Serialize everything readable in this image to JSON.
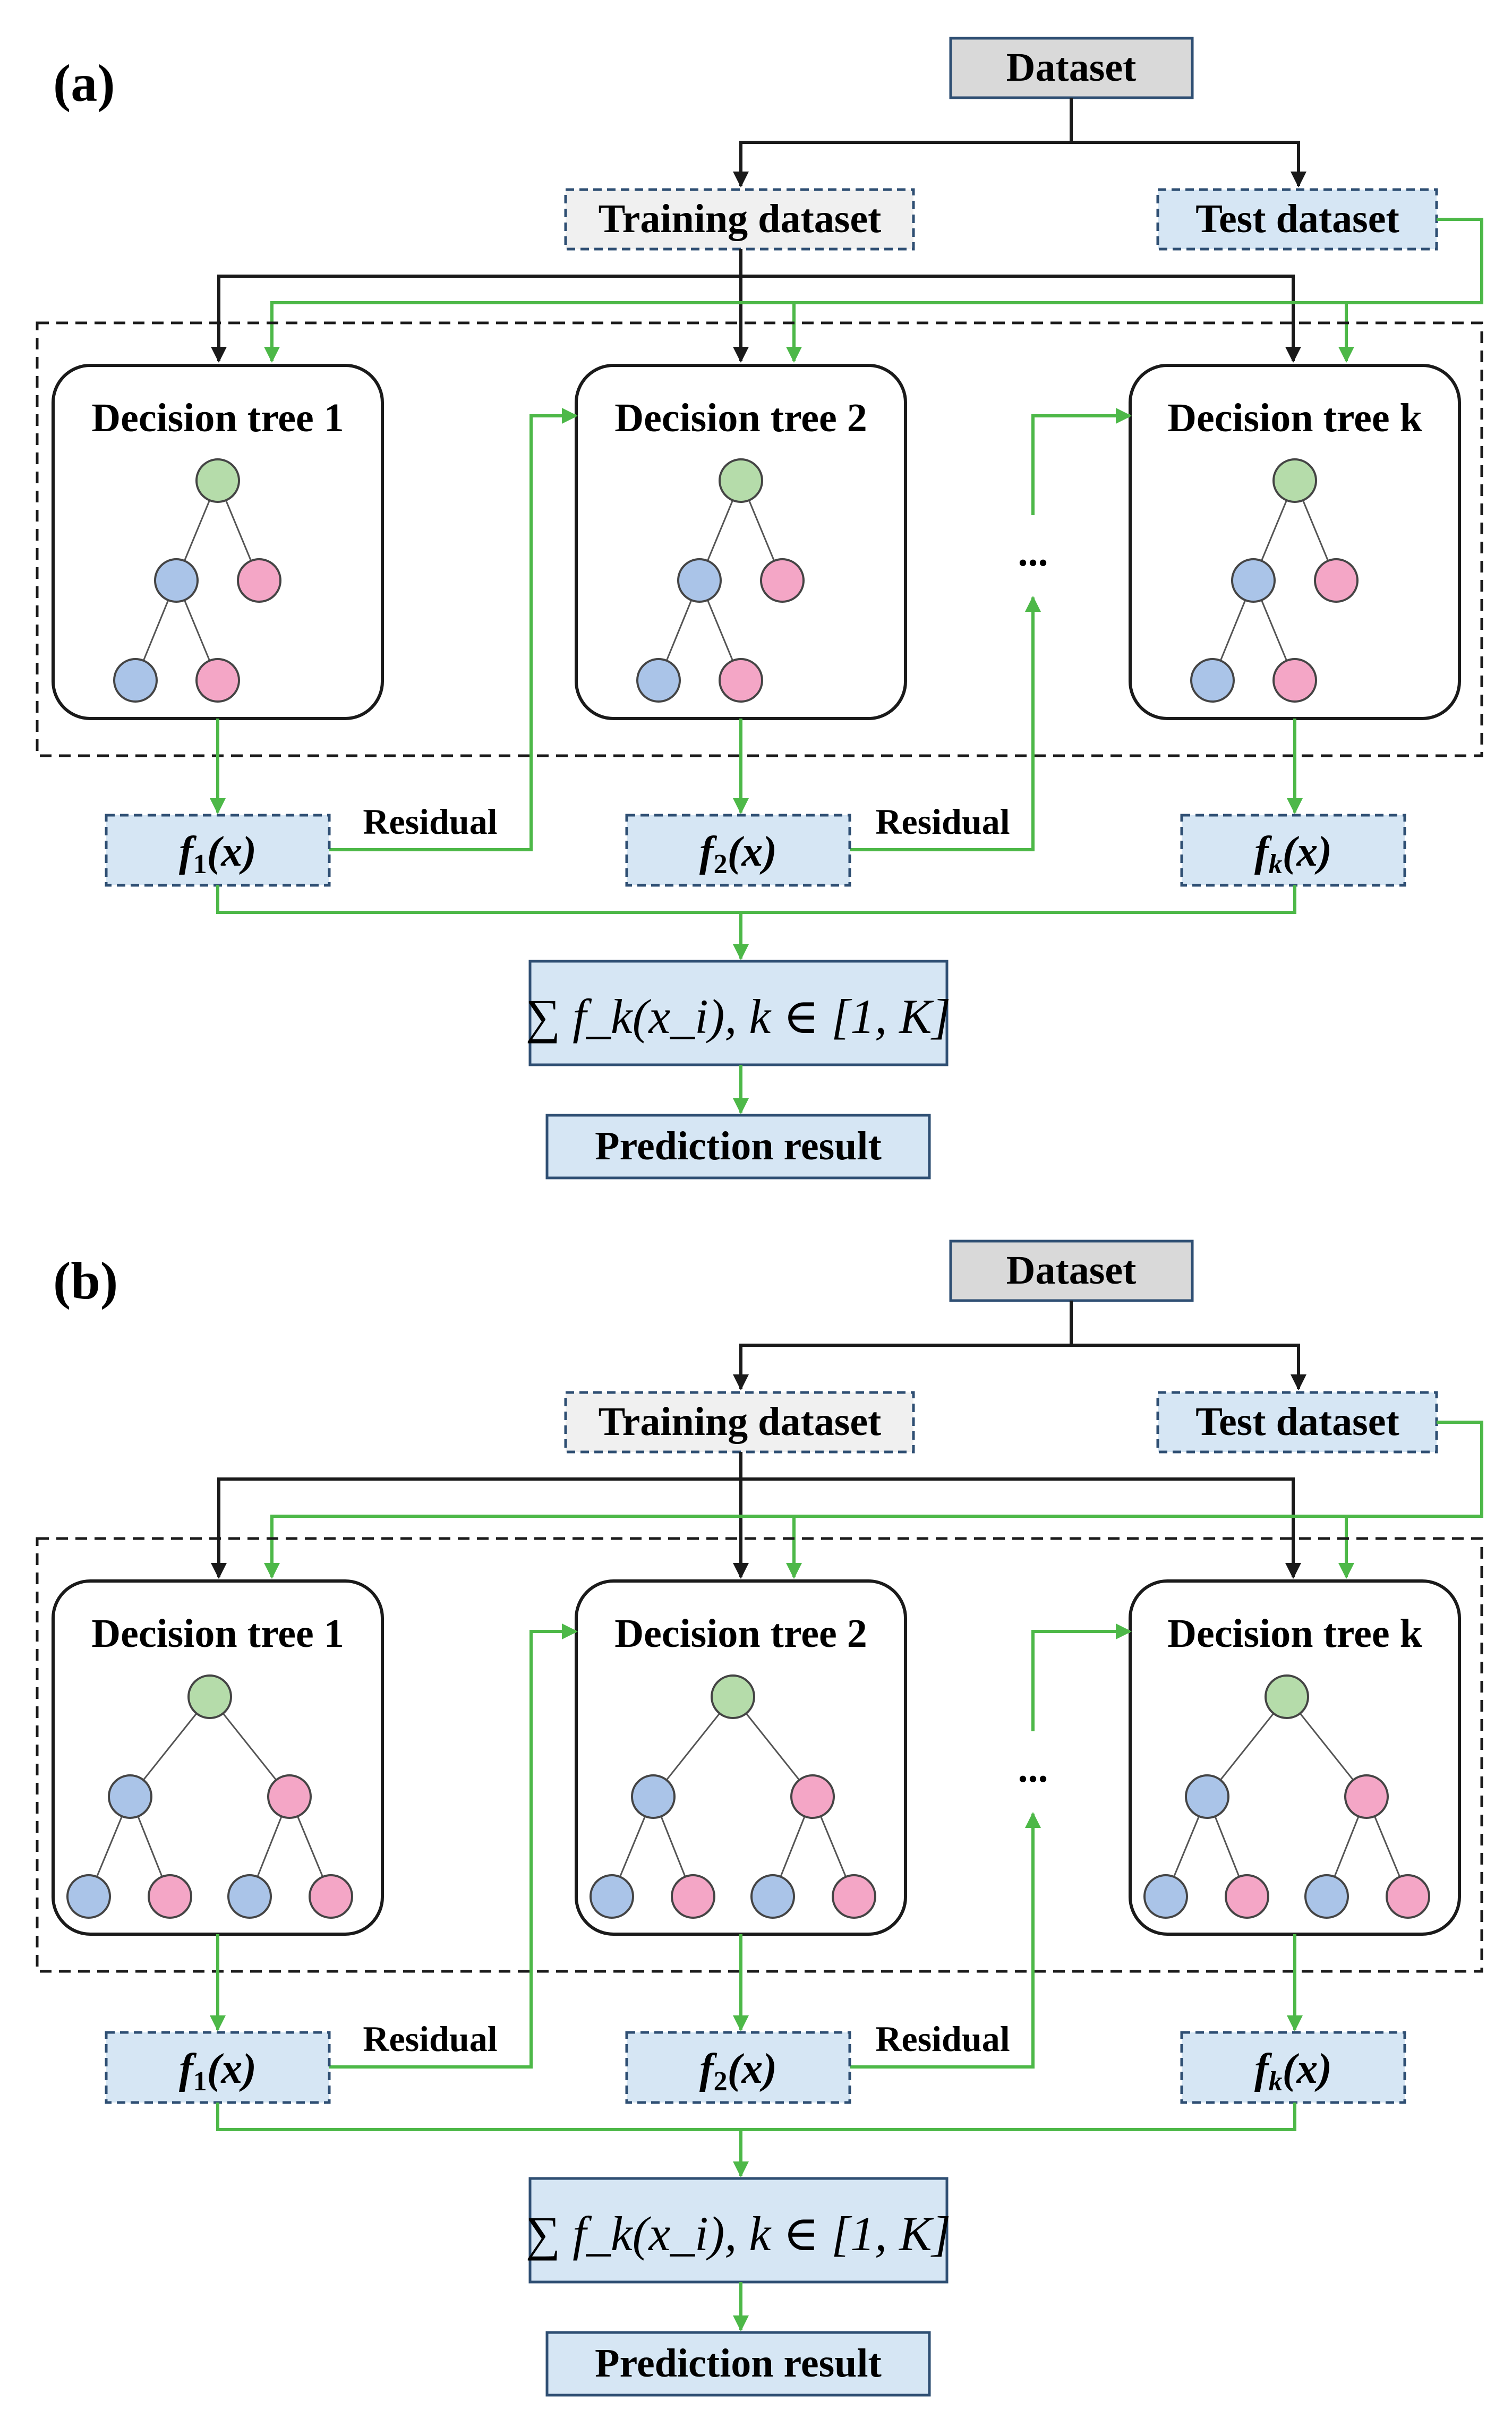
{
  "panels": [
    {
      "label": "(a)",
      "dataset": "Dataset",
      "training": "Training dataset",
      "test": "Test dataset",
      "trees": [
        "Decision tree 1",
        "Decision tree 2",
        "Decision tree k"
      ],
      "tree_shape": "unbalanced",
      "ellipsis": "...",
      "residual": "Residual",
      "outputs": [
        "1",
        "2",
        "k"
      ],
      "sum_formula": "∑ f_k(x_i), k ∈ [1, K]",
      "prediction": "Prediction result"
    },
    {
      "label": "(b)",
      "dataset": "Dataset",
      "training": "Training dataset",
      "test": "Test dataset",
      "trees": [
        "Decision tree 1",
        "Decision tree 2",
        "Decision tree k"
      ],
      "tree_shape": "balanced",
      "ellipsis": "...",
      "residual": "Residual",
      "outputs": [
        "1",
        "2",
        "k"
      ],
      "sum_formula": "∑ f_k(x_i), k ∈ [1, K]",
      "prediction": "Prediction result"
    }
  ],
  "colors": {
    "green_arrow": "#4db848",
    "black_arrow": "#1a1a1a",
    "box_blue_fill": "#d6e6f4",
    "box_blue_border": "#2f4f73",
    "dataset_fill": "#d9d9d9",
    "training_fill": "#f0f0f0",
    "node_root": "#b5dcaa",
    "node_blue": "#aac4e8",
    "node_pink": "#f4a6c6",
    "node_stroke": "#444444"
  },
  "icons": [
    "arrow-head-icon",
    "tree-node-icon",
    "summation-icon"
  ]
}
